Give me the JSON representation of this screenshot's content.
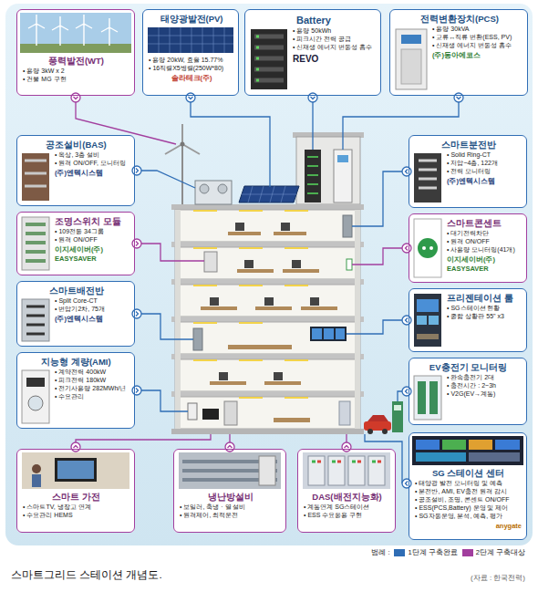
{
  "diagram": {
    "caption": "스마트그리드 스테이션 개념도.",
    "nodes": [
      {
        "text": [
          "풍력발전(WT)",
          "• 용량 3kW x 2",
          "• 건물 MG 구현"
        ]
      },
      {
        "text": [
          "태양광발전(PV)",
          "• 용량 20kW, 효율 15.77%",
          "• 16직렬X5병렬(250W*80)",
          "솔라테크(주)"
        ]
      },
      {
        "text": [
          "Battery",
          "• 용량 50kWh",
          "• 피크시간 전력 공급",
          "• 신재생 에너지 변동성 흡수",
          "REVO"
        ]
      },
      {
        "text": [
          "전력변환장치(PCS)",
          "• 용량 30kVA",
          "• 교류↔직류 변환(ESS, PV)",
          "• 신재생 에너지 변동성 흡수",
          "(주)동아에코스"
        ]
      },
      {
        "text": [
          "공조설비(BAS)",
          "• 옥상, 3층 설비",
          "• 원격 ON/OFF, 모니터링",
          "(주)엔텍시스템"
        ]
      },
      {
        "text": [
          "조명스위치 모듈",
          "• 109전등 34그룹",
          "• 원격 ON/OFF",
          "이지세이버(주)",
          "EASYSAVER"
        ]
      },
      {
        "text": [
          "스마트배전반",
          "• Split Core-CT",
          "• 변압기2차, 75개",
          "(주)엔텍시스템"
        ]
      },
      {
        "text": [
          "지능형 계량(AMI)",
          "• 계약전력 400kW",
          "• 피크전력 180kW",
          "• 전기사용량 282MWh/년",
          "• 수요관리"
        ]
      },
      {
        "text": [
          "스마트분전반",
          "• Solid Ring-CT",
          "• 저압~4층, 122개",
          "• 전력 모니터링",
          "(주)엔텍시스템"
        ]
      },
      {
        "text": [
          "스마트콘센트",
          "• 대기전력차단",
          "• 원격 ON/OFF",
          "• 사용량 모니터링(41개)",
          "이지세이버(주)",
          "EASYSAVER"
        ]
      },
      {
        "text": [
          "프리젠테이션 룸",
          "• SG스테이션 현황",
          "• 종합 상황판 55\" x3"
        ]
      },
      {
        "text": [
          "EV충전기 모니터링",
          "• 완속충전기 2대",
          "• 충전시간 : 2~3h",
          "• V2G(EV→계통)"
        ]
      },
      {
        "text": [
          "스마트 가전",
          "• 스마트TV, 냉장고 연계",
          "• 수요관리 HEMS"
        ]
      },
      {
        "text": [
          "냉난방설비",
          "• 보일러, 축냉 · 열 설비",
          "• 원격제어, 최적운전"
        ]
      },
      {
        "text": [
          "DAS(배전지능화)",
          "• 계통연계 SG스테이션",
          "• ESS 수요응용 구현"
        ]
      },
      {
        "text": [
          "SG 스테이션 센터",
          "• 태양광 발전 모니터링 및 예측",
          "• 분전반, AMI, EV충전 원격 감시",
          "• 공조설비, 조명, 콘센트 ON/OFF",
          "• ESS(PCS,Battery) 운영 및 제어",
          "• SG자동운영, 분석, 예측, 평가",
          "anygate"
        ]
      }
    ],
    "labels": [
      "범례 :",
      "(자료 : 한국전력)"
    ],
    "legend": [
      {
        "text": "1단계 구축완료",
        "color": "#2f6db5"
      },
      {
        "text": "2단계 구축대상",
        "color": "#a23e9e"
      }
    ]
  }
}
